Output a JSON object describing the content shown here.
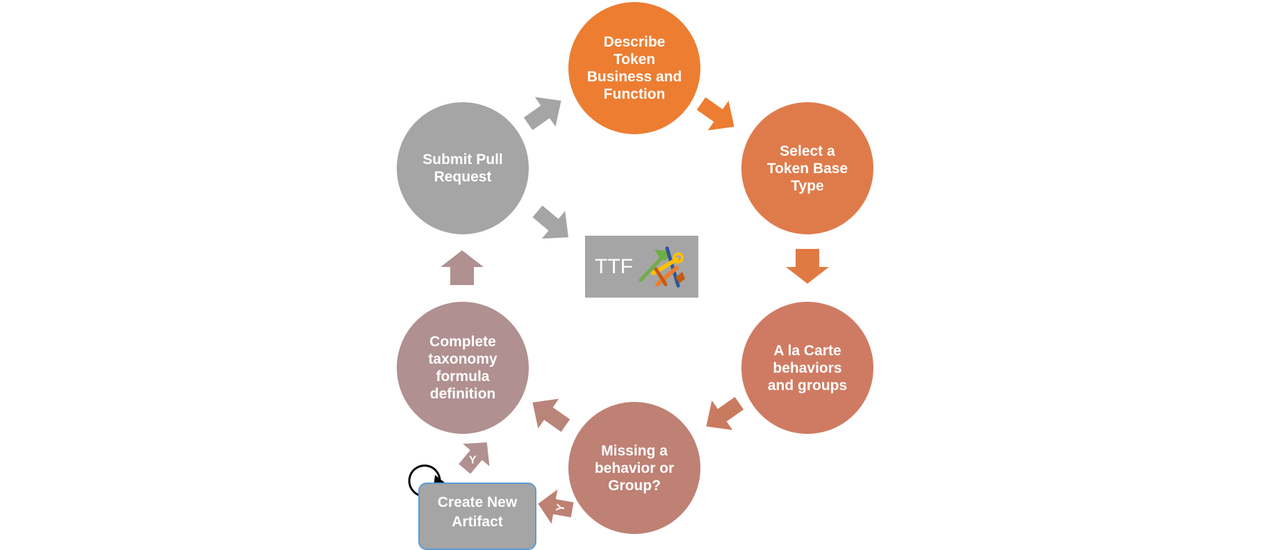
{
  "center": {
    "label": "TTF",
    "icon": "tools-icon"
  },
  "steps": [
    {
      "id": "describe",
      "label": "Describe Token Business and Function",
      "color": "#ed7d31"
    },
    {
      "id": "select",
      "label": "Select a Token Base Type",
      "color": "#df7b4b"
    },
    {
      "id": "alacarte",
      "label": "A la Carte behaviors and groups",
      "color": "#cf7b63"
    },
    {
      "id": "missing",
      "label": "Missing a behavior or Group?",
      "color": "#be8174"
    },
    {
      "id": "complete",
      "label": "Complete taxonomy formula definition",
      "color": "#b09090"
    },
    {
      "id": "submit",
      "label": "Submit Pull Request",
      "color": "#a5a5a5"
    }
  ],
  "artifact": {
    "label": "Create New Artifact",
    "border_color": "#5b9bd5"
  },
  "arrow_labels": {
    "missing_to_artifact": "Y",
    "artifact_to_complete": "Y"
  },
  "colors": {
    "orange": "#ed7d31",
    "gray": "#a5a5a5",
    "rose": "#be8174",
    "mauve": "#b09090"
  }
}
